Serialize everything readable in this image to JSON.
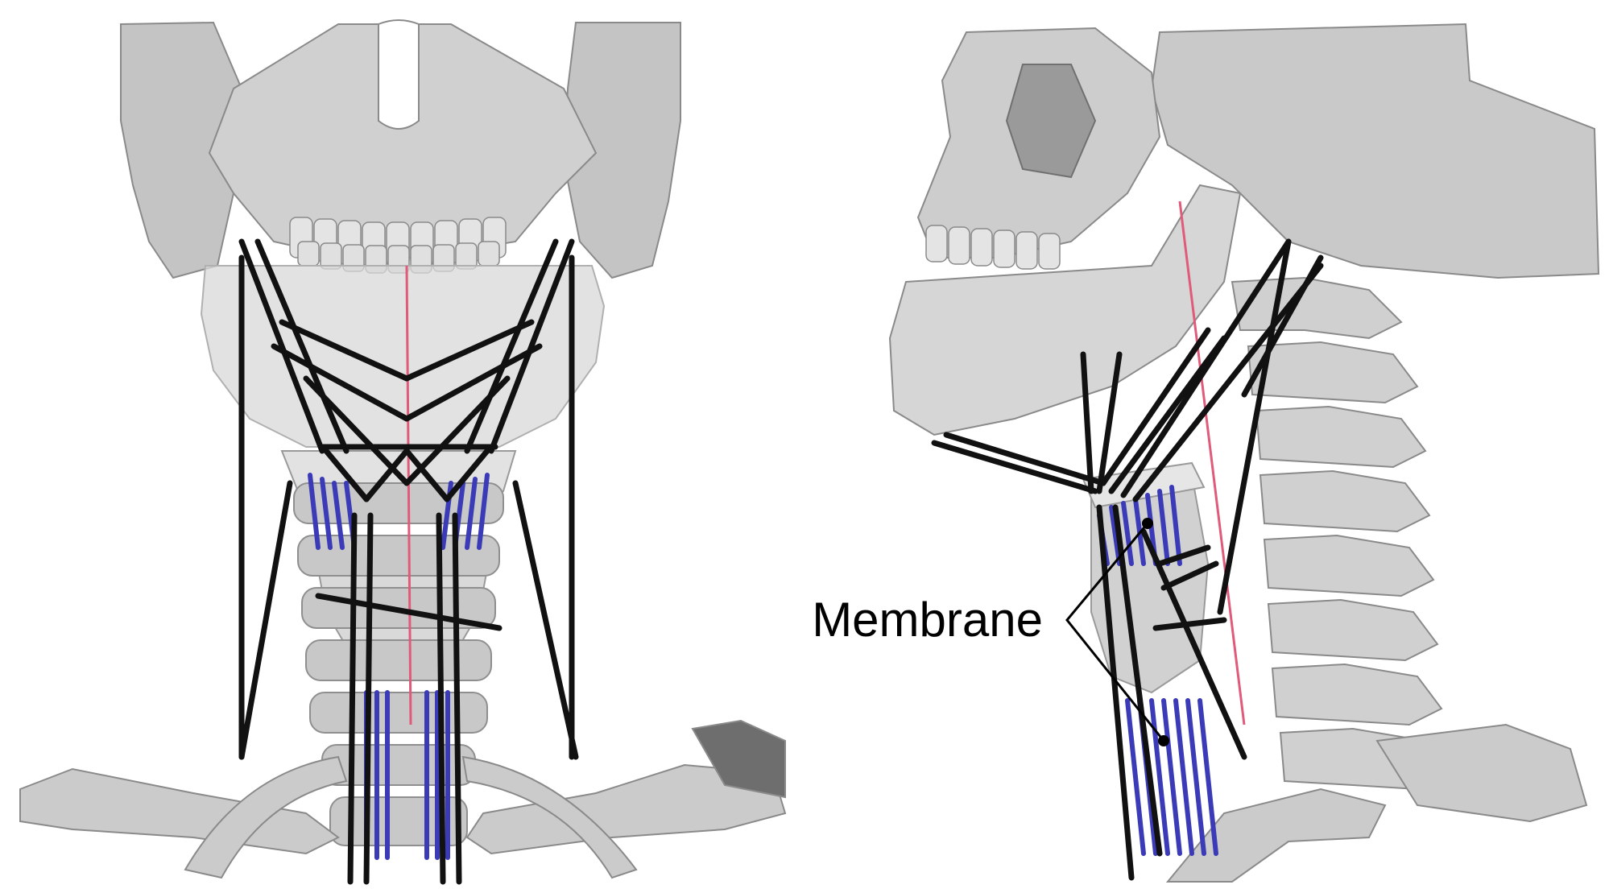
{
  "annotation": {
    "label": "Membrane"
  },
  "colors": {
    "background": "#ffffff",
    "bone": "#c9c9c9",
    "bone_light": "#dcdcdc",
    "bone_dark": "#9a9a9a",
    "bone_edge": "#7f7f7f",
    "soft_tissue": "#d3d3d3",
    "muscle_line": "#111111",
    "membrane_line": "#3b3bb8",
    "midline": "#e05a7a",
    "leader": "#000000"
  },
  "panels": [
    {
      "view": "anterior"
    },
    {
      "view": "lateral"
    }
  ]
}
